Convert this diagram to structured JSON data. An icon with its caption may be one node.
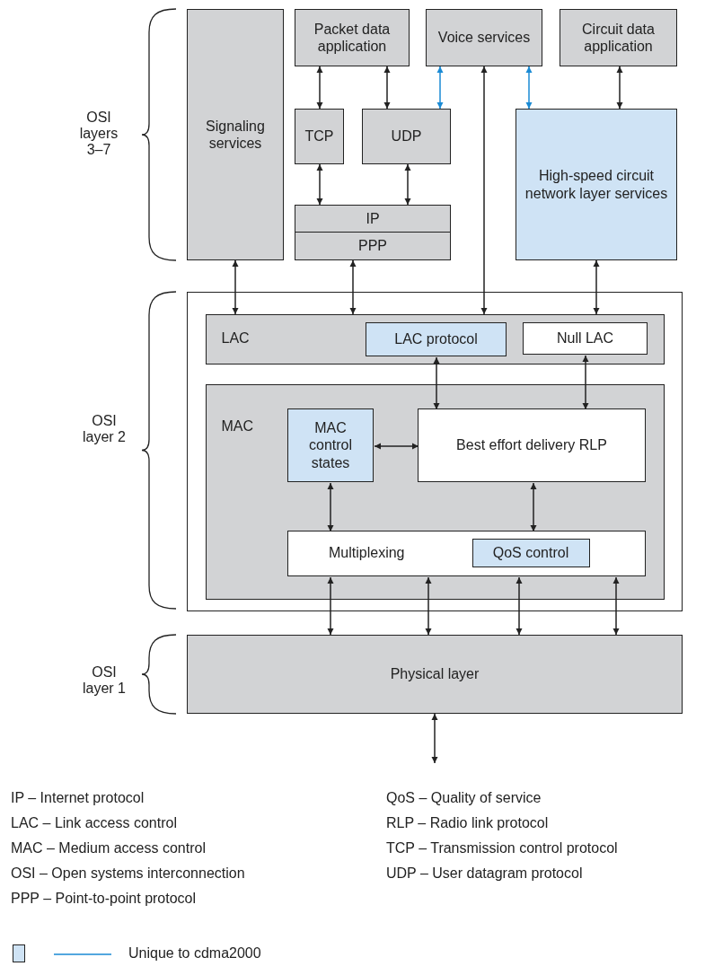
{
  "diagram": {
    "nodes": [
      {
        "text": [
          "Signaling services"
        ]
      },
      {
        "text": [
          "Packet data application"
        ]
      },
      {
        "text": [
          "Voice services"
        ]
      },
      {
        "text": [
          "Circuit data application"
        ]
      },
      {
        "text": [
          "TCP"
        ]
      },
      {
        "text": [
          "UDP"
        ]
      },
      {
        "text": [
          "IP"
        ]
      },
      {
        "text": [
          "PPP"
        ]
      },
      {
        "text": [
          "High-speed circuit network layer services"
        ]
      },
      {
        "text": [],
        "shape": "box"
      },
      {
        "text": [
          "LAC"
        ],
        "in": 9
      },
      {
        "text": [
          "LAC protocol"
        ],
        "in": 10
      },
      {
        "text": [
          "Null LAC"
        ],
        "in": 10
      },
      {
        "text": [
          "MAC"
        ],
        "in": 9
      },
      {
        "text": [
          "MAC control states"
        ],
        "in": 13
      },
      {
        "text": [
          "Best effort delivery RLP"
        ],
        "in": 13
      },
      {
        "text": [
          "Multiplexing"
        ],
        "in": 13
      },
      {
        "text": [
          "QoS control"
        ],
        "in": 16
      },
      {
        "text": [
          "Physical layer"
        ]
      }
    ],
    "edges": [
      {
        "from": 1,
        "to": 4,
        "arrow": "both"
      },
      {
        "from": 1,
        "to": 5,
        "arrow": "both"
      },
      {
        "from": 2,
        "to": 5,
        "arrow": "both",
        "color": "#1a8ad4"
      },
      {
        "from": 2,
        "to": 8,
        "arrow": "both",
        "color": "#1a8ad4"
      },
      {
        "from": 3,
        "to": 8,
        "arrow": "both"
      },
      {
        "from": 4,
        "to": 6,
        "arrow": "both"
      },
      {
        "from": 5,
        "to": 6,
        "arrow": "both"
      },
      {
        "from": 0,
        "to": 10,
        "arrow": "both"
      },
      {
        "from": 7,
        "to": 10,
        "arrow": "both"
      },
      {
        "from": 2,
        "to": 10,
        "arrow": "both"
      },
      {
        "from": 8,
        "to": 10,
        "arrow": "both"
      },
      {
        "from": 11,
        "to": 15,
        "arrow": "both"
      },
      {
        "from": 12,
        "to": 15,
        "arrow": "both"
      },
      {
        "from": 14,
        "to": 15,
        "arrow": "both"
      },
      {
        "from": 14,
        "to": 16,
        "arrow": "both"
      },
      {
        "from": 15,
        "to": 16,
        "arrow": "both"
      },
      {
        "from": 16,
        "to": 18,
        "arrow": "both"
      },
      {
        "from": 16,
        "to": 18,
        "arrow": "both"
      },
      {
        "from": 16,
        "to": 18,
        "arrow": "both"
      },
      {
        "from": 16,
        "to": 18,
        "arrow": "both"
      },
      {
        "from": 18,
        "to": null,
        "arrow": "both"
      }
    ],
    "labels": [
      "OSI layers 3–7",
      "OSI layer 2",
      "OSI layer 1",
      "IP – Internet protocol",
      "LAC – Link access control",
      "MAC – Medium access control",
      "OSI – Open systems interconnection",
      "PPP – Point-to-point protocol",
      "QoS – Quality of service",
      "RLP – Radio link protocol",
      "TCP – Transmission control protocol",
      "UDP – User datagram protocol"
    ],
    "legend": [
      {
        "text": "Unique to cdma2000",
        "color": "#cfe3f5"
      }
    ]
  }
}
